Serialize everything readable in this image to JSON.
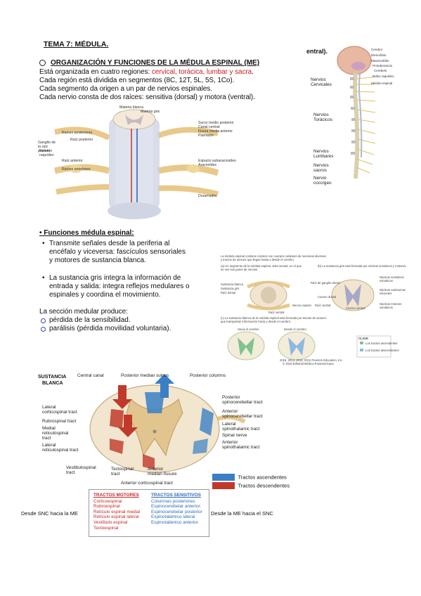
{
  "title": "TEMA 7: MÉDULA.",
  "section1": {
    "heading": "ORGANIZACIÓN Y FUNCIONES DE LA MÉDULA ESPINAL (ME)",
    "line1_pre": "Está organizada en cuatro regiones: ",
    "line1_red": "cervical, torácica, lumbar y sacra",
    "line1_post": ".",
    "line2": "Cada región está dividida en segmentos (8C, 12T, 5L, 5S, 1Co).",
    "line3": "Cada segmento da origen a un par de nervios espinales.",
    "line4": "Cada nervio consta de dos raíces: sensitiva (dorsal) y motora (ventral)."
  },
  "fig_segment": {
    "labels": [
      "Materia blanca",
      "Materia gris",
      "Surco medio posterior",
      "Canal central",
      "Fisura media anterior",
      "Piamadre",
      "Raíces posteriores",
      "Ganglio de la raíz posterior",
      "Raíz posterior",
      "Nervio raquídeo",
      "Raíz anterior",
      "Raíces anteriores",
      "Espacio subaracnoideo",
      "Aracnoides",
      "Duramadre"
    ]
  },
  "fig_spine": {
    "corner": "entral).",
    "brain_labels": [
      "Cerebro",
      "Diencéfalo",
      "Mesencéfalo",
      "Protuberancia",
      "Cerebelo",
      "Bulbo raquídeo",
      "Médula espinal"
    ],
    "labels": [
      "Nervios Cervicales",
      "Nervios Torácicos",
      "Nervios Lumbares",
      "Nervios sacros",
      "Nervio coccígeo"
    ]
  },
  "section2": {
    "heading": "• Funciones médula espinal:",
    "item1": [
      "Transmite señales desde la periferia al",
      "encéfalo y viceversa: fascículos sensoriales",
      "y motores de sustancia blanca."
    ],
    "item2": [
      "La sustancia gris integra la información de",
      "entrada y salida: integra reflejos medulares o",
      "espinales y coordina el movimiento."
    ],
    "produce": "La sección medular produce:",
    "effects": [
      "pérdida de la sensibilidad.",
      "parálisis (pérdida movilidad voluntaria)."
    ]
  },
  "fig_pearson": {
    "caption_top": "La médula espinal contiene núcleos con cuerpos celulares de neuronas diversas y tractos de axones que llegan hasta y desde el cerebro.",
    "sub_a": "(a) Un segmento de la médula espinal, vista ventral, en el que se ven sus pares de nervios.",
    "sub_b": "(b) La sustancia gris está formada por núcleos sensitivos y motores.",
    "sub_c": "(c) La sustancia blanca de la médula espinal está formada por tractos de axones que transportan información hacia y desde el cerebro.",
    "labels_a": [
      "Sustancia blanca",
      "Sustancia gris",
      "Raíz dorsal",
      "Raíz ventral",
      "Nervio espinal"
    ],
    "labels_b": [
      "Raíz de ganglio dorsal",
      "Cuerno dorsal",
      "Cuerno ventral",
      "Raíz ventral",
      "Núcleos sensitivos somáticos",
      "Núcleos autónomos eferentes",
      "Núcleos motores somáticos"
    ],
    "labels_c": [
      "Desde el cerebro",
      "Hacia el cerebro"
    ],
    "legend_title": "CLAVE",
    "legend": [
      "Los tractos ascendentes",
      "Los tractos descendentes"
    ],
    "copyright": [
      "2016, 2014, 2013, 2012 Pearson Education, Inc.",
      "© 2019 Editorial Médica Panamericana"
    ]
  },
  "fig_white": {
    "title": [
      "SUSTANCIA",
      "BLANCA"
    ],
    "labels_left": [
      "Central canal",
      "Lateral corticospinal tract",
      "Rubrospinal tract",
      "Medial reticulospinal tract",
      "Lateral reticulospinal tract",
      "Vestibulospinal tract",
      "Tectospinal tract"
    ],
    "labels_top": [
      "Posterior median sulcus",
      "Posterior columns"
    ],
    "labels_right": [
      "Posterior spinocerebellar tract",
      "Anterior spinocerebellar tract",
      "Lateral spinothalamic tract",
      "Spinal nerve",
      "Anterior spinothalamic tract"
    ],
    "labels_bottom": [
      "Anterior median fissure",
      "Anterior corticospinal tract"
    ],
    "legend_asc": "Tractos ascendentes",
    "legend_desc": "Tractos descendentes",
    "colors": {
      "ascending": "#3a7fc6",
      "descending": "#c0392b"
    }
  },
  "tracts_table": {
    "left_label": "Desde SNC hacia la ME",
    "right_label": "Desde la ME hacia el SNC",
    "motor_header": "TRACTOS MOTORES",
    "motor": [
      "Corticoespinal",
      "Rubroespinal",
      "Retículo espinal medial",
      "Retículo espinal lateral",
      "Vestíbulo espinal",
      "Tectoespinal"
    ],
    "sensory_header": "TRACTOS SENSITIVOS",
    "sensory": [
      "Columnas posteriores.",
      "Espinocerebelar anterior.",
      "Espinocerebelar posterior",
      "Espinotalámico lateral",
      "Espinotalámico anterior."
    ],
    "colors": {
      "motor": "#c62828",
      "sensory": "#2d6db5"
    }
  }
}
